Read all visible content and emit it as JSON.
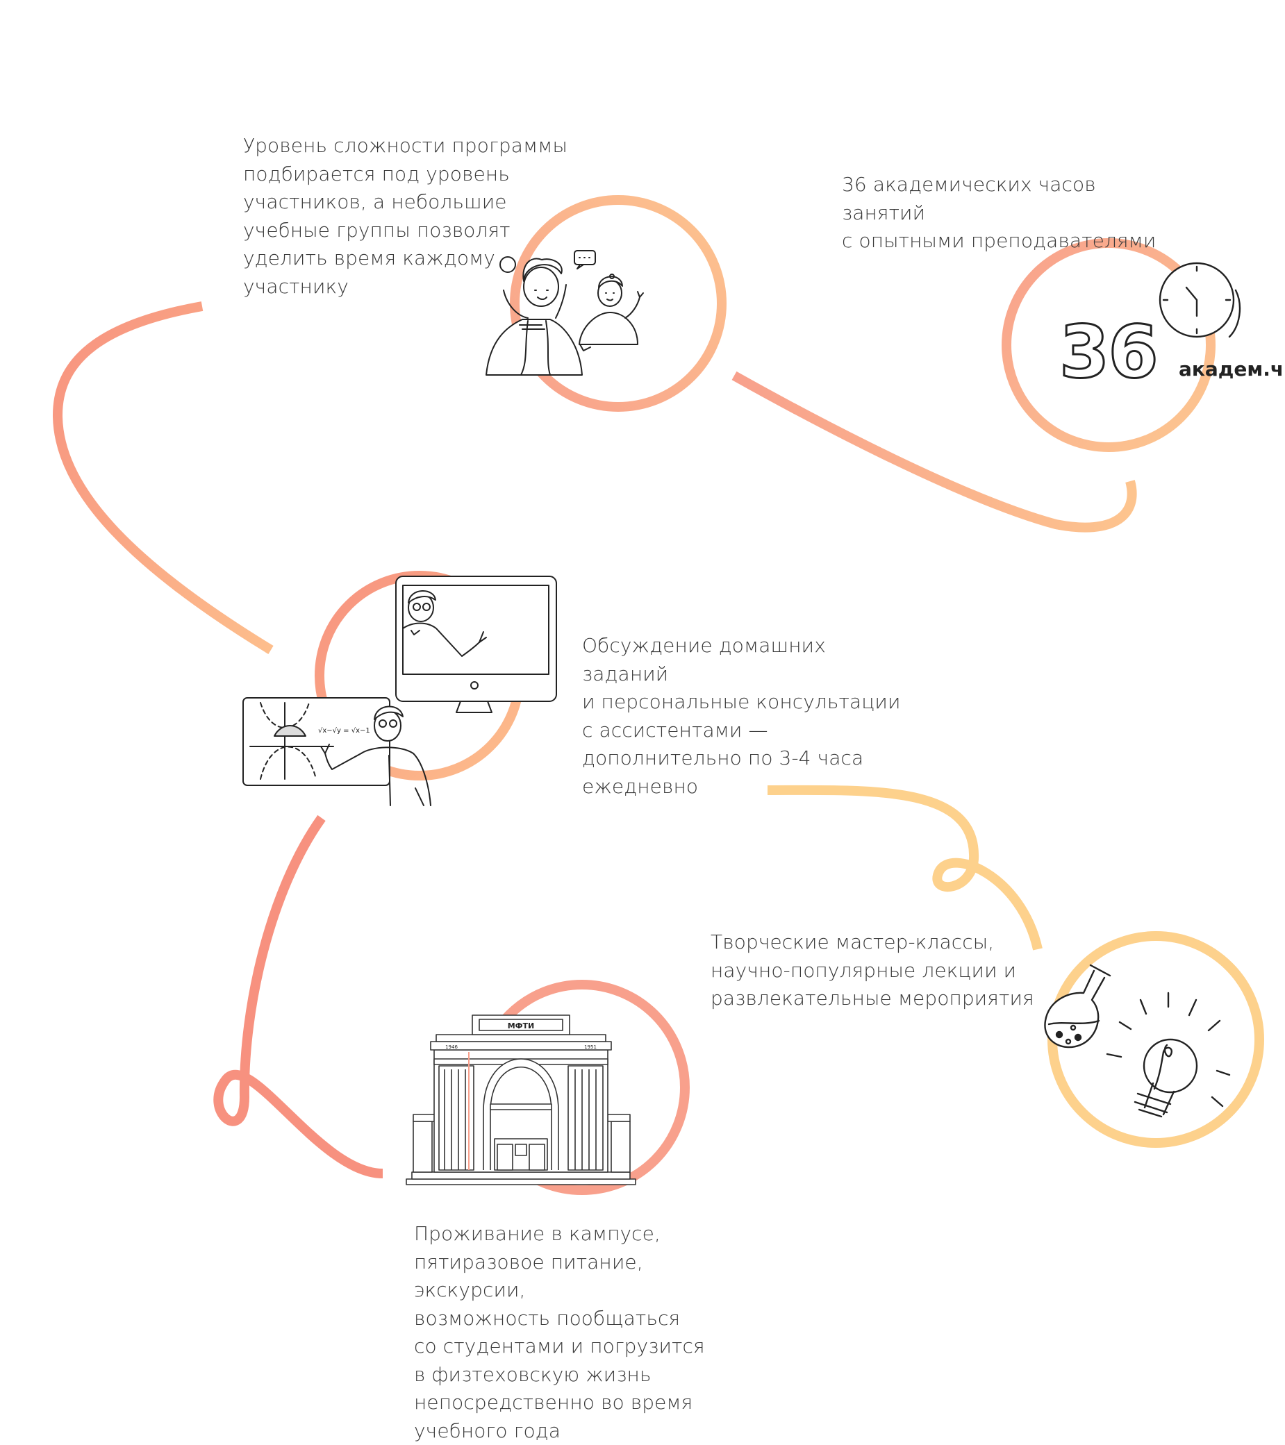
{
  "colors": {
    "peach": "#FDBE8C",
    "salmon": "#F8A08C",
    "coral": "#F7917F",
    "yellow": "#FDD18C",
    "ink": "#222222",
    "text": "#3a3a3a"
  },
  "items": [
    {
      "text": "Уровень сложности программы\nподбирается под уровень\nучастников, а небольшие\nучебные группы позволят\nуделить время каждому\nучастнику",
      "illustration": "teacher-and-student-icon"
    },
    {
      "text": "36 академических часов занятий\nс опытными преподавателями",
      "illustration": "clock-icon",
      "badge_number": "36",
      "badge_unit": "академ.ч."
    },
    {
      "text": "Обсуждение домашних заданий\nи персональные консультации\nс ассистентами —\nдополнительно по 3-4 часа\nежедневно",
      "illustration": "online-lecture-icon"
    },
    {
      "text": "Творческие мастер-классы,\nнаучно-популярные лекции и\nразвлекательные мероприятия",
      "illustration": "flask-and-lightbulb-icon"
    },
    {
      "text": "Проживание в кампусе,\nпятиразовое питание, экскурсии,\nвозможность пообщаться\nсо студентами и погрузится\nв физтеховскую жизнь\nнепосредственно во время\nучебного года",
      "illustration": "university-building-icon",
      "building_sign": "МФТИ",
      "building_years": [
        "1946",
        "1951"
      ]
    }
  ]
}
